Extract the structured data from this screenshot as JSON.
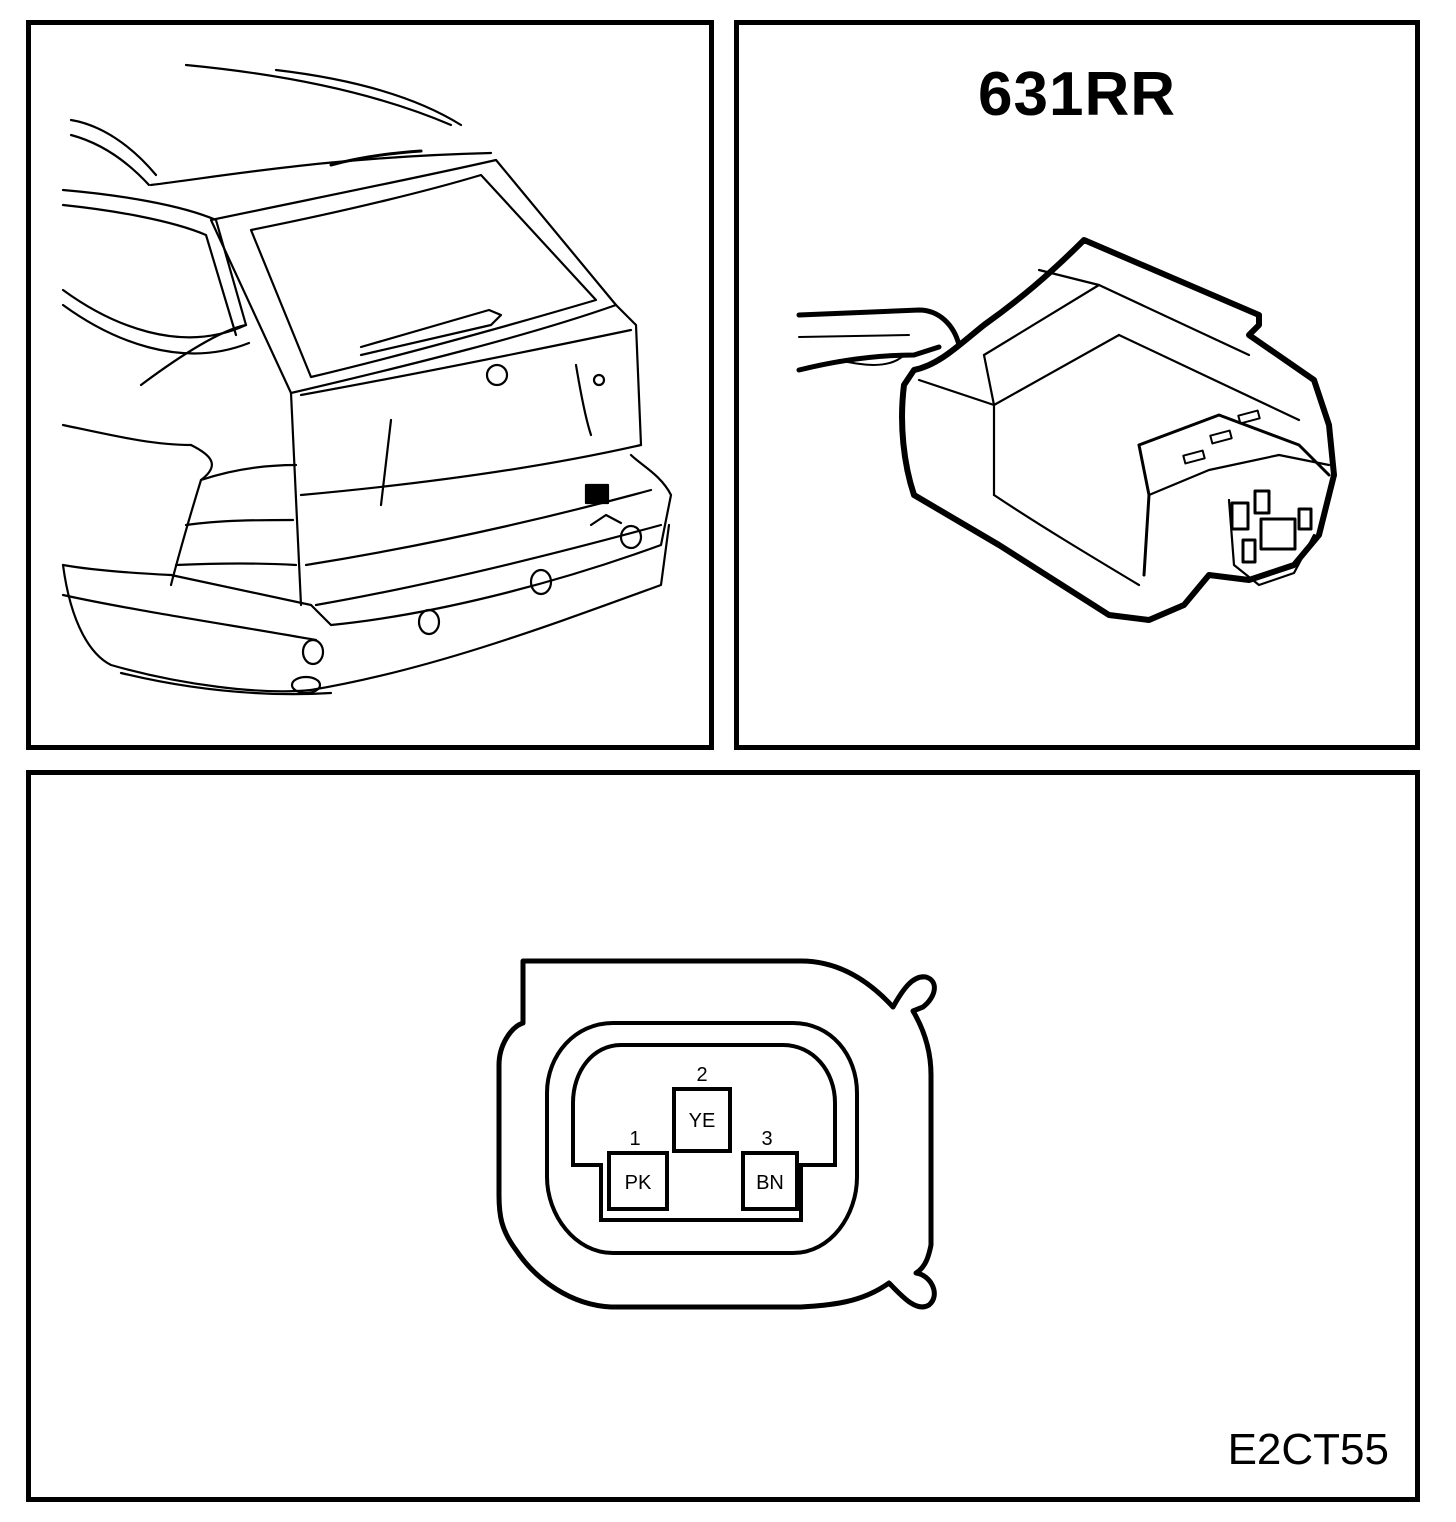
{
  "connector": {
    "id": "631RR",
    "figure_code": "E2CT55",
    "pins": [
      {
        "number": "1",
        "color_code": "PK"
      },
      {
        "number": "2",
        "color_code": "YE"
      },
      {
        "number": "3",
        "color_code": "BN"
      }
    ]
  }
}
